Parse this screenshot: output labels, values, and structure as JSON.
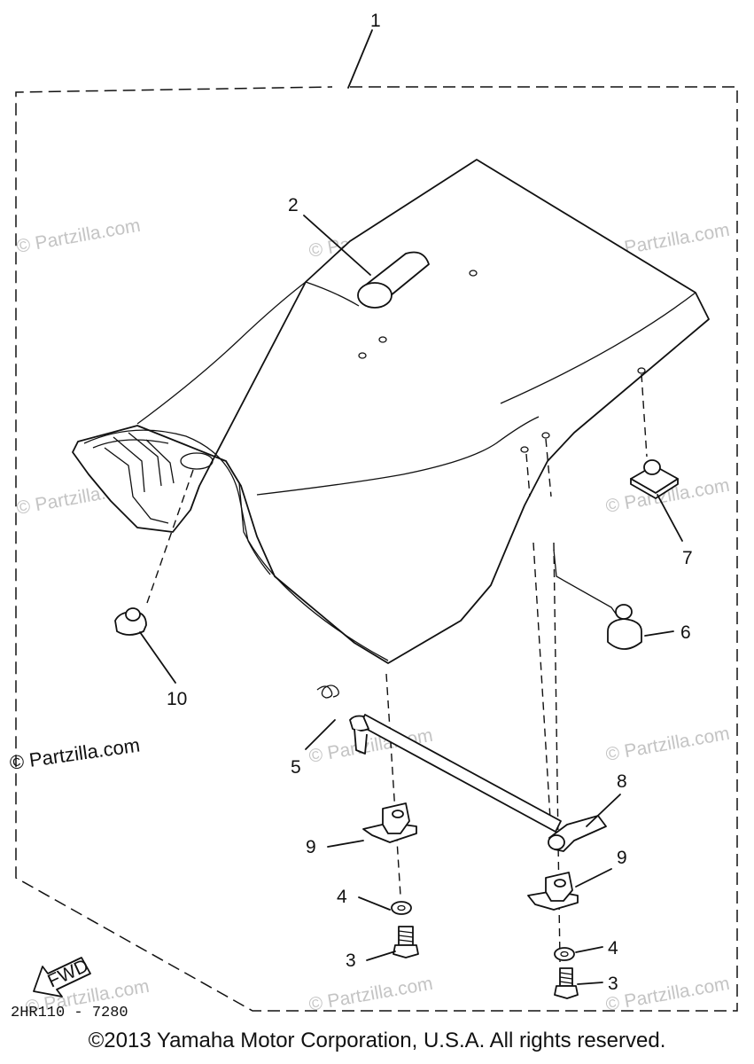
{
  "diagram": {
    "callouts": {
      "c1": "1",
      "c2": "2",
      "c3a": "3",
      "c3b": "3",
      "c4a": "4",
      "c4b": "4",
      "c5": "5",
      "c6": "6",
      "c7": "7",
      "c8": "8",
      "c9a": "9",
      "c9b": "9",
      "c10": "10"
    },
    "fwd_label": "FWD",
    "part_code": "2HR110 - 7280"
  },
  "watermark": {
    "text": "© Partzilla.com",
    "prominent_text": "© Partzilla.com"
  },
  "copyright": "©2013 Yamaha Motor Corporation, U.S.A. All rights reserved."
}
